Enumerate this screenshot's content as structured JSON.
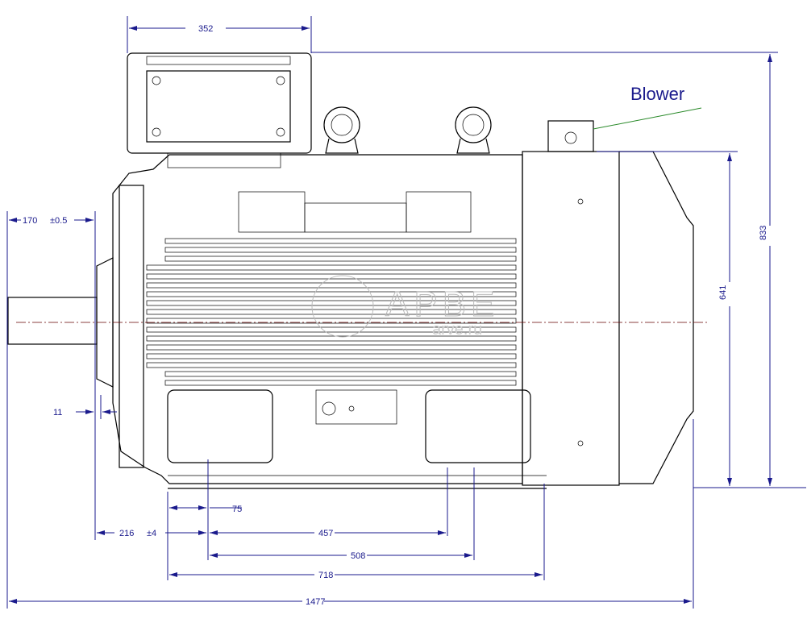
{
  "drawing": {
    "callout": "Blower",
    "watermark": {
      "brand": "АРВЕ",
      "site": "arve.ru"
    },
    "dimensions": {
      "terminal_box_width": "352",
      "total_height": "833",
      "shaft_height": "641",
      "shaft_length": "170",
      "shaft_tol": "±0.5",
      "flange_gap": "11",
      "foot_offset": "75",
      "shaft_to_foot": "216",
      "shaft_to_foot_tol": "±4",
      "foot_holes_a": "457",
      "foot_holes_b": "508",
      "foot_length": "718",
      "total_length": "1477"
    },
    "colors": {
      "dimension": "#1a1a8c",
      "leader": "#2a8a2a"
    }
  }
}
